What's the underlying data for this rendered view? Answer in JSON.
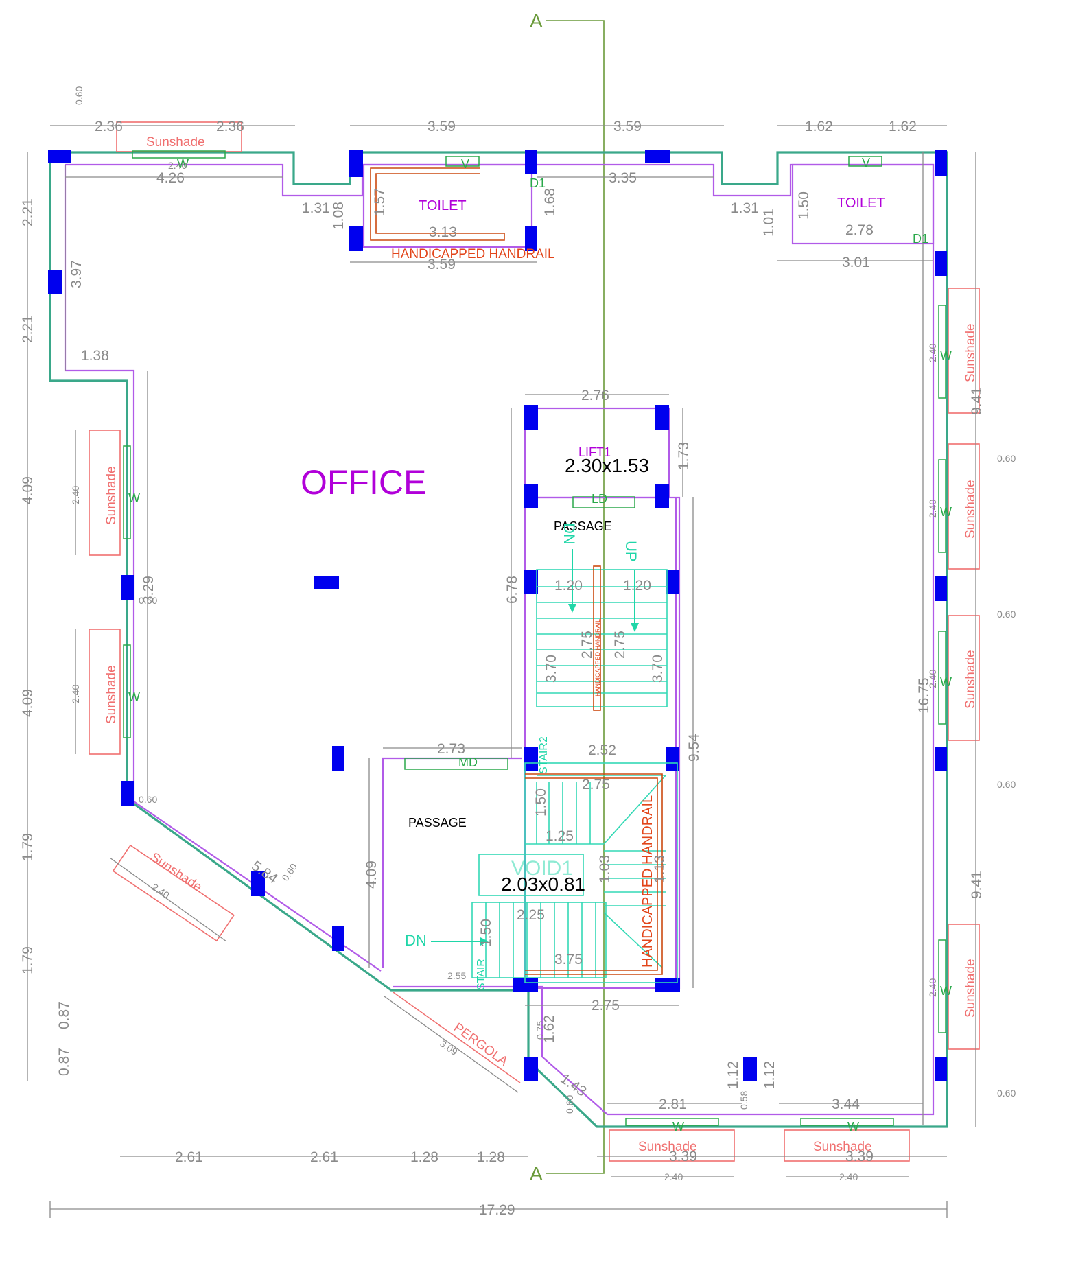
{
  "section_marker": "A",
  "rooms": {
    "office": "OFFICE",
    "toilet_left": "TOILET",
    "toilet_right": "TOILET",
    "lift": "LIFT1",
    "lift_size": "2.30x1.53",
    "passage_upper": "PASSAGE",
    "passage_lower": "PASSAGE",
    "void": "VOID1",
    "void_size": "2.03x0.81",
    "stair2": "STAIR2",
    "stair": "STAIR"
  },
  "labels": {
    "sunshade": "Sunshade",
    "pergola": "PERGOLA",
    "handrail_top": "HANDICAPPED HANDRAIL",
    "handrail_side": "HANDICAPPED HANDRAIL",
    "handrail_center": "HANDICAPPED HANDRAIL",
    "window": "W",
    "ventilator": "V",
    "door_d1": "D1",
    "lift_door": "LD",
    "main_door": "MD",
    "up": "UP",
    "dn": "DN"
  },
  "dimensions": {
    "top_060": "0.60",
    "top_236a": "2.36",
    "top_236b": "2.36",
    "top_359a": "3.59",
    "top_359b": "3.59",
    "top_162a": "1.62",
    "top_162b": "1.62",
    "w240_top": "2.40",
    "d426": "4.26",
    "d335": "3.35",
    "d131a": "1.31",
    "d131b": "1.31",
    "d108": "1.08",
    "d157": "1.57",
    "d168": "1.68",
    "d313": "3.13",
    "d359c": "3.59",
    "d101": "1.01",
    "d150a": "1.50",
    "d278": "2.78",
    "d301": "3.01",
    "left_221a": "2.21",
    "left_221b": "2.21",
    "left_409a": "4.09",
    "left_409b": "4.09",
    "left_179a": "1.79",
    "left_179b": "1.79",
    "left_087a": "0.87",
    "left_087b": "0.87",
    "d397": "3.97",
    "d138": "1.38",
    "d329": "3.29",
    "s240_l1": "2.40",
    "s240_l2": "2.40",
    "s060_l1": "0.60",
    "s060_l2": "0.60",
    "d276": "2.76",
    "d173": "1.73",
    "d678": "6.78",
    "d120a": "1.20",
    "d120b": "1.20",
    "d275a": "2.75",
    "d275b": "2.75",
    "d370a": "3.70",
    "d370b": "3.70",
    "d273": "2.73",
    "d252": "2.52",
    "d954": "9.54",
    "d275c": "2.75",
    "d150b": "1.50",
    "d125": "1.25",
    "d103": "1.03",
    "d113": "1.13",
    "d409c": "4.09",
    "d225": "2.25",
    "d150c": "1.50",
    "d375": "3.75",
    "d255": "2.55",
    "d275d": "2.75",
    "d584": "5.84",
    "d060_diag": "0.60",
    "s240_diag": "2.40",
    "d309": "3.09",
    "d162c": "1.62",
    "d075": "0.75",
    "d143": "1.43",
    "d060_b": "0.60",
    "d281": "2.81",
    "d112a": "1.12",
    "d112b": "1.12",
    "d058": "0.58",
    "d344": "3.44",
    "d339a": "3.39",
    "d339b": "3.39",
    "s240_b1": "2.40",
    "s240_b2": "2.40",
    "right_1675": "16.75",
    "right_941a": "9.41",
    "right_941b": "9.41",
    "s240_r1": "2.40",
    "s240_r2": "2.40",
    "s240_r3": "2.40",
    "s240_r4": "2.40",
    "s060_r1": "0.60",
    "s060_r2": "0.60",
    "s060_r3": "0.60",
    "s060_r4": "0.60",
    "bot_261a": "2.61",
    "bot_261b": "2.61",
    "bot_128a": "1.28",
    "bot_128b": "1.28",
    "total_width": "17.29"
  },
  "colors": {
    "outer_wall": "#3aa88a",
    "inner_wall": "#b15be8",
    "column": "#0000ee",
    "stair": "#33d9b5",
    "handrail": "#cc4a10",
    "sunshade": "#f07070",
    "dimension": "#8a8a8a",
    "section_line": "#6a9a3a"
  }
}
